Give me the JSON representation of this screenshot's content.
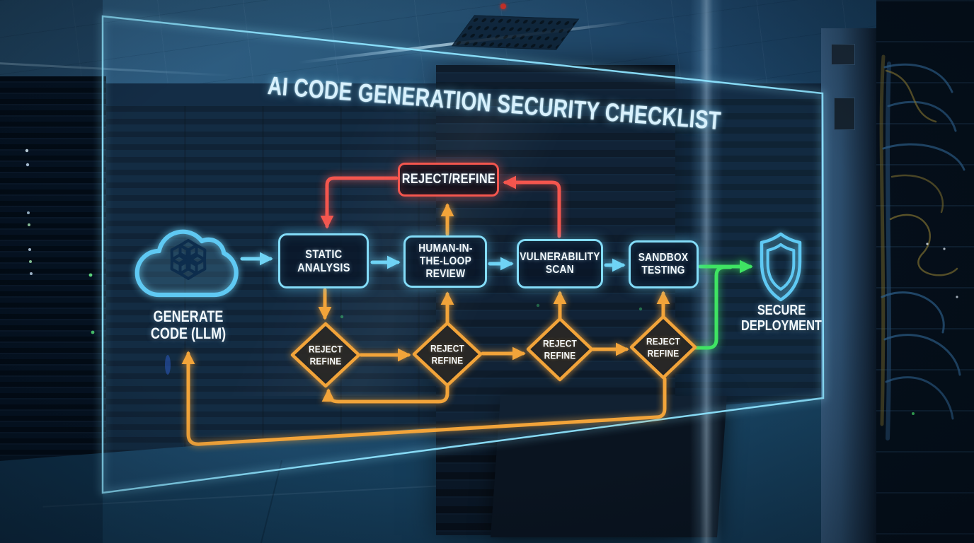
{
  "title": "AI CODE GENERATION SECURITY CHECKLIST",
  "nodes": {
    "generate_code": {
      "lines": [
        "GENERATE",
        "CODE (LLM)"
      ],
      "icon": "openai-cloud"
    },
    "static_analysis": {
      "lines": [
        "STATIC",
        "ANALYSIS"
      ]
    },
    "human_review": {
      "lines": [
        "HUMAN-IN-",
        "THE-LOOP",
        "REVIEW"
      ]
    },
    "vulnerability_scan": {
      "lines": [
        "VULNERABILITY",
        "SCAN"
      ]
    },
    "sandbox_testing": {
      "lines": [
        "SANDBOX",
        "TESTING"
      ]
    },
    "reject_refine_top": {
      "label": "REJECT/REFINE"
    },
    "secure_deployment": {
      "lines": [
        "SECURE",
        "DEPLOYMENT"
      ],
      "icon": "shield"
    }
  },
  "decisions": [
    {
      "lines": [
        "REJECT",
        "REFINE"
      ]
    },
    {
      "lines": [
        "REJECT",
        "REFINE"
      ]
    },
    {
      "lines": [
        "REJECT",
        "REFINE"
      ]
    },
    {
      "lines": [
        "REJECT",
        "REFINE"
      ]
    }
  ],
  "colors": {
    "cyan_line": "#70d4f5",
    "box_border": "#83dcf8",
    "orange_line": "#f2a43a",
    "red_line": "#f4564e",
    "green_line": "#3fe463",
    "panel_border": "#8ee4ff",
    "title_text": "#d8f1fd",
    "node_text": "#f4fafd"
  }
}
